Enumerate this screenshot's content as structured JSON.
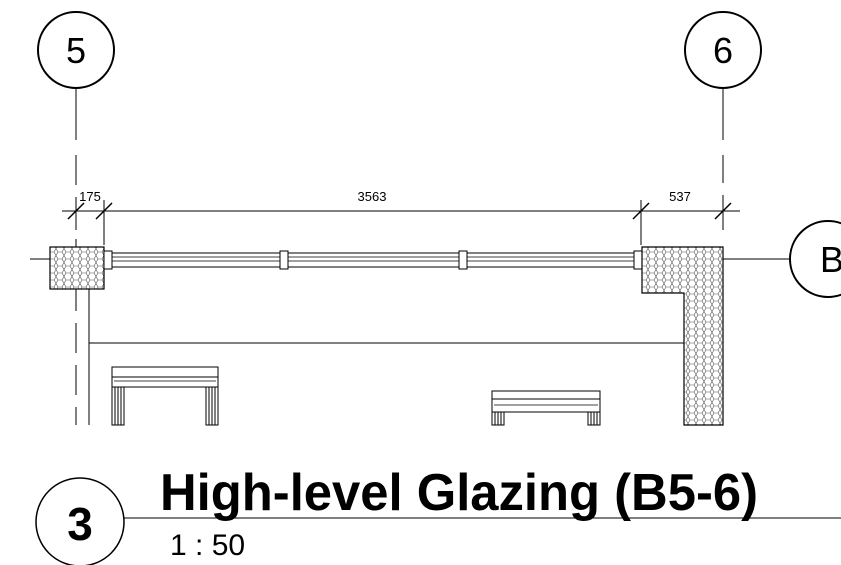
{
  "grid_labels": {
    "left": "5",
    "right": "6",
    "row": "B"
  },
  "dimensions": {
    "left": "175",
    "middle": "3563",
    "right": "537"
  },
  "view": {
    "number": "3",
    "title": "High-level Glazing (B5-6)",
    "scale": "1 : 50"
  }
}
